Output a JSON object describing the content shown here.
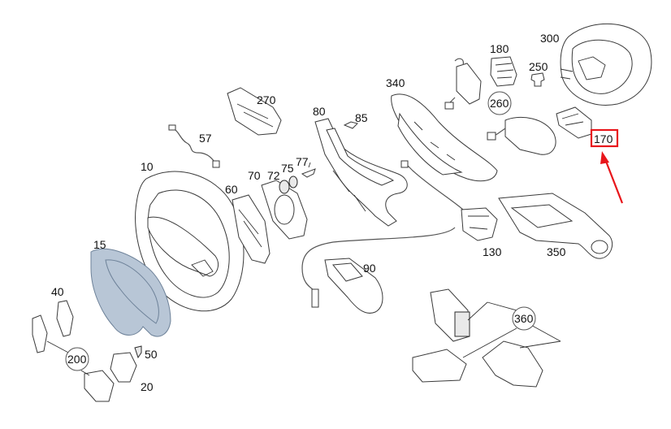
{
  "labels": {
    "p10": "10",
    "p15": "15",
    "p20": "20",
    "p40": "40",
    "p50": "50",
    "p57": "57",
    "p60": "60",
    "p70": "70",
    "p72": "72",
    "p75": "75",
    "p77": "77",
    "p80": "80",
    "p85": "85",
    "p90": "90",
    "p130": "130",
    "p170": "170",
    "p180": "180",
    "p200": "200",
    "p250": "250",
    "p260": "260",
    "p270": "270",
    "p300": "300",
    "p340": "340",
    "p350": "350",
    "p360": "360"
  },
  "colors": {
    "highlight": "#e8161b",
    "line": "#3a3a3a",
    "shroud_blue": "#b8c6d6",
    "background": "#ffffff"
  },
  "highlighted_part": "170"
}
